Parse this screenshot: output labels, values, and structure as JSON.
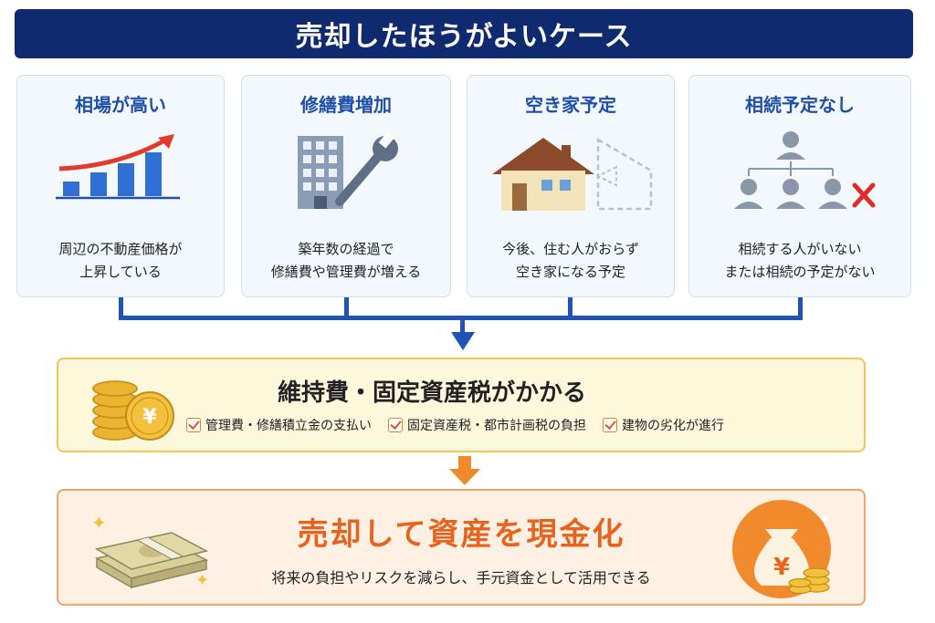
{
  "title": "売却したほうがよいケース",
  "cards": [
    {
      "title": "相場が高い",
      "desc": [
        "周辺の不動産価格が",
        "上昇している"
      ],
      "icon": "rising-bar-chart-icon"
    },
    {
      "title": "修繕費増加",
      "desc": [
        "築年数の経過で",
        "修繕費や管理費が増える"
      ],
      "icon": "building-wrench-icon"
    },
    {
      "title": "空き家予定",
      "desc": [
        "今後、住む人がおらず",
        "空き家になる予定"
      ],
      "icon": "vacant-house-icon"
    },
    {
      "title": "相続予定なし",
      "desc": [
        "相続する人がいない",
        "または相続の予定がない"
      ],
      "icon": "family-tree-cross-icon"
    }
  ],
  "cost_box": {
    "title": "維持費・固定資産税がかかる",
    "checks": [
      "管理費・修繕積立金の支払い",
      "固定資産税・都市計画税の負担",
      "建物の劣化が進行"
    ]
  },
  "result_box": {
    "title": "売却して資産を現金化",
    "subtitle": "将来の負担やリスクを減らし、手元資金として活用できる"
  },
  "colors": {
    "navy": "#0f2a6e",
    "blue": "#1f54b4",
    "orange": "#e8641e",
    "gold": "#f0c75a"
  }
}
